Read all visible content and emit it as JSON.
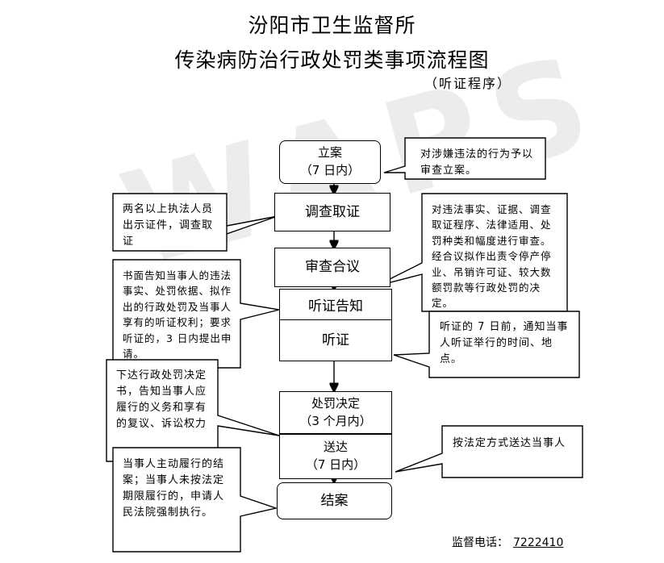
{
  "titles": {
    "org": "汾阳市卫生监督所",
    "process": "传染病防治行政处罚类事项流程图",
    "subtitle": "（听证程序）"
  },
  "steps": [
    {
      "id": "filing",
      "line1": "立案",
      "line2": "（7 日内）"
    },
    {
      "id": "investigate",
      "line1": "调查取证"
    },
    {
      "id": "review",
      "line1": "审查合议"
    },
    {
      "id": "notice",
      "line1": "听证告知"
    },
    {
      "id": "hearing",
      "line1": "听证"
    },
    {
      "id": "decision",
      "line1": "处罚决定",
      "line2": "（3 个月内）"
    },
    {
      "id": "delivery",
      "line1": "送达",
      "line2": "（7 日内）"
    },
    {
      "id": "close",
      "line1": "结案"
    }
  ],
  "notes": {
    "filing": "对涉嫌违法的行为予以审查立案。",
    "investigate": "两名以上执法人员出示证件，调查取证",
    "review": "对违法事实、证据、调查取证程序、法律适用、处罚种类和幅度进行审查。经合议拟作出责令停产停业、吊销许可证、较大数额罚款等行政处罚的决定。",
    "notice": "书面告知当事人的违法事实、处罚依据、拟作出的行政处罚及当事人享有的听证权利；要求听证的，3 日内提出申请。",
    "hearing": "听证的 7 日前，通知当事人听证举行的时间、地点。",
    "decision": "下达行政处罚决定书，告知当事人应履行的义务和享有的复议、诉讼权力",
    "delivery": "按法定方式送达当事人",
    "close": "当事人主动履行的结案；当事人未按法定期限履行的，申请人民法院强制执行。"
  },
  "hotline": {
    "label": "监督电话：",
    "number": "7222410"
  },
  "watermark": "WAPS"
}
